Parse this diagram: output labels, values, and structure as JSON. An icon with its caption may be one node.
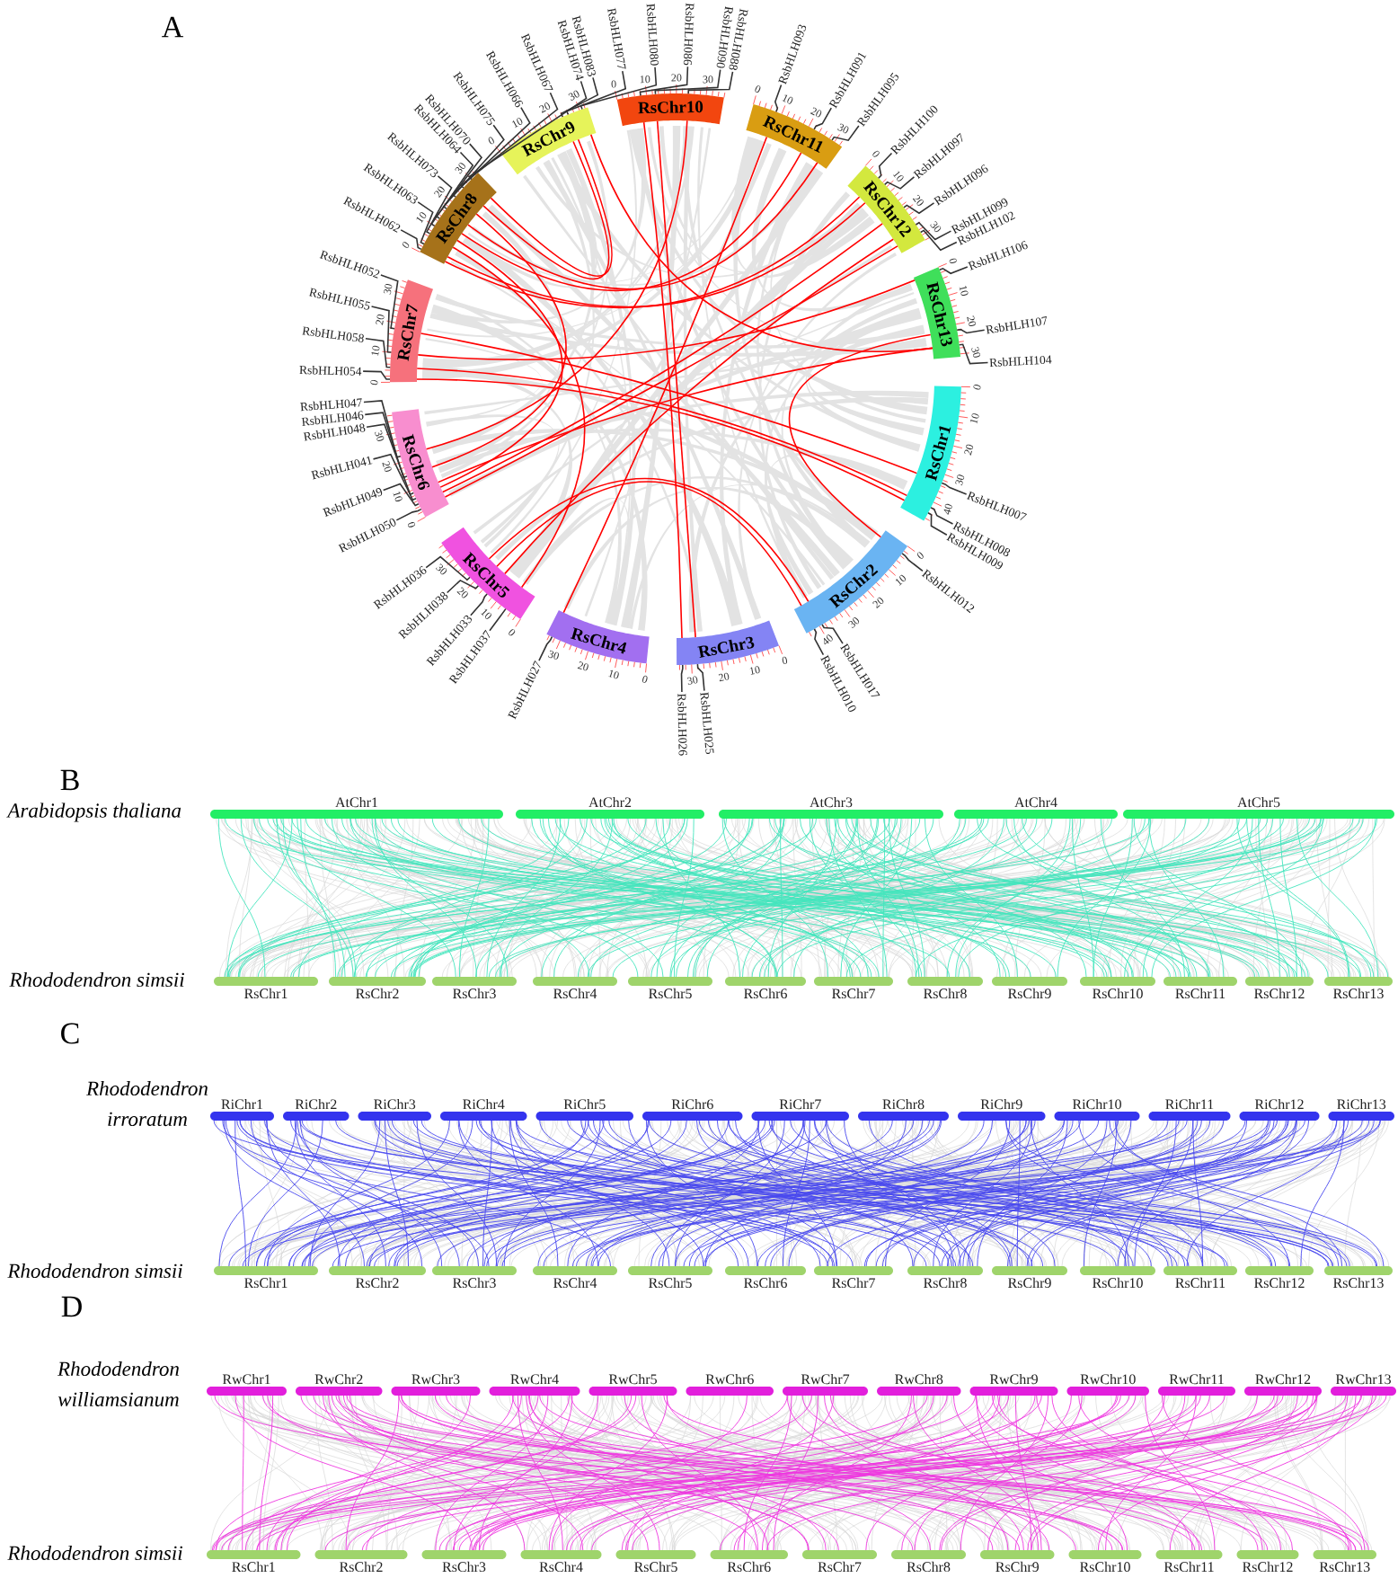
{
  "diagram": {
    "nodes": [
      {
        "text": [
          "RsChr1"
        ],
        "beside": [
          "0",
          "10",
          "20",
          "30",
          "40"
        ]
      },
      {
        "text": [
          "RsChr2"
        ],
        "beside": [
          "0",
          "10",
          "20",
          "30",
          "40"
        ]
      },
      {
        "text": [
          "RsChr3"
        ],
        "beside": [
          "0",
          "10",
          "20",
          "30"
        ]
      },
      {
        "text": [
          "RsChr4"
        ],
        "beside": [
          "0",
          "10",
          "20",
          "30"
        ]
      },
      {
        "text": [
          "RsChr5"
        ],
        "beside": [
          "0",
          "10",
          "20",
          "30"
        ]
      },
      {
        "text": [
          "RsChr6"
        ],
        "beside": [
          "0",
          "10",
          "20",
          "30"
        ]
      },
      {
        "text": [
          "RsChr7"
        ],
        "beside": [
          "0",
          "10",
          "20",
          "30"
        ]
      },
      {
        "text": [
          "RsChr8"
        ],
        "beside": [
          "0",
          "10",
          "20",
          "30"
        ]
      },
      {
        "text": [
          "RsChr9"
        ],
        "beside": [
          "0",
          "10",
          "20",
          "30"
        ]
      },
      {
        "text": [
          "RsChr10"
        ],
        "beside": [
          "0",
          "10",
          "20",
          "30"
        ]
      },
      {
        "text": [
          "RsChr11"
        ],
        "beside": [
          "0",
          "10",
          "20",
          "30"
        ]
      },
      {
        "text": [
          "RsChr12"
        ],
        "beside": [
          "0",
          "10",
          "20",
          "30"
        ]
      },
      {
        "text": [
          "RsChr13"
        ],
        "beside": [
          "0",
          "10",
          "20",
          "30"
        ]
      },
      {
        "text": [
          "RsbHLH007"
        ]
      },
      {
        "text": [
          "RsbHLH008"
        ]
      },
      {
        "text": [
          "RsbHLH009"
        ]
      },
      {
        "text": [
          "RsbHLH012"
        ]
      },
      {
        "text": [
          "RsbHLH017"
        ]
      },
      {
        "text": [
          "RsbHLH010"
        ]
      },
      {
        "text": [
          "RsbHLH025"
        ]
      },
      {
        "text": [
          "RsbHLH026"
        ]
      },
      {
        "text": [
          "RsbHLH027"
        ]
      },
      {
        "text": [
          "RsbHLH037"
        ]
      },
      {
        "text": [
          "RsbHLH033"
        ]
      },
      {
        "text": [
          "RsbHLH038"
        ]
      },
      {
        "text": [
          "RsbHLH036"
        ]
      },
      {
        "text": [
          "RsbHLH050"
        ]
      },
      {
        "text": [
          "RsbHLH049"
        ]
      },
      {
        "text": [
          "RsbHLH041"
        ]
      },
      {
        "text": [
          "RsbHLH048"
        ]
      },
      {
        "text": [
          "RsbHLH046"
        ]
      },
      {
        "text": [
          "RsbHLH047"
        ]
      },
      {
        "text": [
          "RsbHLH054"
        ]
      },
      {
        "text": [
          "RsbHLH058"
        ]
      },
      {
        "text": [
          "RsbHLH055"
        ]
      },
      {
        "text": [
          "RsbHLH052"
        ]
      },
      {
        "text": [
          "RsbHLH062"
        ]
      },
      {
        "text": [
          "RsbHLH063"
        ]
      },
      {
        "text": [
          "RsbHLH073"
        ]
      },
      {
        "text": [
          "RsbHLH064"
        ]
      },
      {
        "text": [
          "RsbHLH070"
        ]
      },
      {
        "text": [
          "RsbHLH075"
        ]
      },
      {
        "text": [
          "RsbHLH066"
        ]
      },
      {
        "text": [
          "RsbHLH067"
        ]
      },
      {
        "text": [
          "RsbHLH074"
        ]
      },
      {
        "text": [
          "RsbHLH083"
        ]
      },
      {
        "text": [
          "RsbHLH077"
        ]
      },
      {
        "text": [
          "RsbHLH080"
        ]
      },
      {
        "text": [
          "RsbHLH086"
        ]
      },
      {
        "text": [
          "RsbHLH090"
        ]
      },
      {
        "text": [
          "RsbHLH088"
        ]
      },
      {
        "text": [
          "RsbHLH093"
        ]
      },
      {
        "text": [
          "RsbHLH091"
        ]
      },
      {
        "text": [
          "RsbHLH095"
        ]
      },
      {
        "text": [
          "RsbHLH100"
        ]
      },
      {
        "text": [
          "RsbHLH097"
        ]
      },
      {
        "text": [
          "RsbHLH096"
        ]
      },
      {
        "text": [
          "RsbHLH099"
        ]
      },
      {
        "text": [
          "RsbHLH102"
        ]
      },
      {
        "text": [
          "RsbHLH106"
        ]
      },
      {
        "text": [
          "RsbHLH107"
        ]
      },
      {
        "text": [
          "RsbHLH104"
        ]
      },
      {
        "text": [
          "AtChr1"
        ]
      },
      {
        "text": [
          "AtChr2"
        ]
      },
      {
        "text": [
          "AtChr3"
        ]
      },
      {
        "text": [
          "AtChr4"
        ]
      },
      {
        "text": [
          "AtChr5"
        ]
      },
      {
        "text": [
          "RsChr1"
        ]
      },
      {
        "text": [
          "RsChr2"
        ]
      },
      {
        "text": [
          "RsChr3"
        ]
      },
      {
        "text": [
          "RsChr4"
        ]
      },
      {
        "text": [
          "RsChr5"
        ]
      },
      {
        "text": [
          "RsChr6"
        ]
      },
      {
        "text": [
          "RsChr7"
        ]
      },
      {
        "text": [
          "RsChr8"
        ]
      },
      {
        "text": [
          "RsChr9"
        ]
      },
      {
        "text": [
          "RsChr10"
        ]
      },
      {
        "text": [
          "RsChr11"
        ]
      },
      {
        "text": [
          "RsChr12"
        ]
      },
      {
        "text": [
          "RsChr13"
        ]
      },
      {
        "text": [
          "RiChr1"
        ]
      },
      {
        "text": [
          "RiChr2"
        ]
      },
      {
        "text": [
          "RiChr3"
        ]
      },
      {
        "text": [
          "RiChr4"
        ]
      },
      {
        "text": [
          "RiChr5"
        ]
      },
      {
        "text": [
          "RiChr6"
        ]
      },
      {
        "text": [
          "RiChr7"
        ]
      },
      {
        "text": [
          "RiChr8"
        ]
      },
      {
        "text": [
          "RiChr9"
        ]
      },
      {
        "text": [
          "RiChr10"
        ]
      },
      {
        "text": [
          "RiChr11"
        ]
      },
      {
        "text": [
          "RiChr12"
        ]
      },
      {
        "text": [
          "RiChr13"
        ]
      },
      {
        "text": [
          "RsChr1"
        ]
      },
      {
        "text": [
          "RsChr2"
        ]
      },
      {
        "text": [
          "RsChr3"
        ]
      },
      {
        "text": [
          "RsChr4"
        ]
      },
      {
        "text": [
          "RsChr5"
        ]
      },
      {
        "text": [
          "RsChr6"
        ]
      },
      {
        "text": [
          "RsChr7"
        ]
      },
      {
        "text": [
          "RsChr8"
        ]
      },
      {
        "text": [
          "RsChr9"
        ]
      },
      {
        "text": [
          "RsChr10"
        ]
      },
      {
        "text": [
          "RsChr11"
        ]
      },
      {
        "text": [
          "RsChr12"
        ]
      },
      {
        "text": [
          "RsChr13"
        ]
      },
      {
        "text": [
          "RwChr1"
        ]
      },
      {
        "text": [
          "RwChr2"
        ]
      },
      {
        "text": [
          "RwChr3"
        ]
      },
      {
        "text": [
          "RwChr4"
        ]
      },
      {
        "text": [
          "RwChr5"
        ]
      },
      {
        "text": [
          "RwChr6"
        ]
      },
      {
        "text": [
          "RwChr7"
        ]
      },
      {
        "text": [
          "RwChr8"
        ]
      },
      {
        "text": [
          "RwChr9"
        ]
      },
      {
        "text": [
          "RwChr10"
        ]
      },
      {
        "text": [
          "RwChr11"
        ]
      },
      {
        "text": [
          "RwChr12"
        ]
      },
      {
        "text": [
          "RwChr13"
        ]
      },
      {
        "text": [
          "RsChr1"
        ]
      },
      {
        "text": [
          "RsChr2"
        ]
      },
      {
        "text": [
          "RsChr3"
        ]
      },
      {
        "text": [
          "RsChr4"
        ]
      },
      {
        "text": [
          "RsChr5"
        ]
      },
      {
        "text": [
          "RsChr6"
        ]
      },
      {
        "text": [
          "RsChr7"
        ]
      },
      {
        "text": [
          "RsChr8"
        ]
      },
      {
        "text": [
          "RsChr9"
        ]
      },
      {
        "text": [
          "RsChr10"
        ]
      },
      {
        "text": [
          "RsChr11"
        ]
      },
      {
        "text": [
          "RsChr12"
        ]
      },
      {
        "text": [
          "RsChr13"
        ]
      }
    ],
    "edges": [
      {
        "from": 13,
        "to": 0,
        "arrow": "none"
      },
      {
        "from": 14,
        "to": 0,
        "arrow": "none"
      },
      {
        "from": 15,
        "to": 0,
        "arrow": "none"
      },
      {
        "from": 16,
        "to": 1,
        "arrow": "none"
      },
      {
        "from": 17,
        "to": 1,
        "arrow": "none"
      },
      {
        "from": 18,
        "to": 1,
        "arrow": "none"
      },
      {
        "from": 19,
        "to": 2,
        "arrow": "none"
      },
      {
        "from": 20,
        "to": 2,
        "arrow": "none"
      },
      {
        "from": 21,
        "to": 3,
        "arrow": "none"
      },
      {
        "from": 22,
        "to": 4,
        "arrow": "none"
      },
      {
        "from": 23,
        "to": 4,
        "arrow": "none"
      },
      {
        "from": 24,
        "to": 4,
        "arrow": "none"
      },
      {
        "from": 25,
        "to": 4,
        "arrow": "none"
      },
      {
        "from": 26,
        "to": 5,
        "arrow": "none"
      },
      {
        "from": 27,
        "to": 5,
        "arrow": "none"
      },
      {
        "from": 28,
        "to": 5,
        "arrow": "none"
      },
      {
        "from": 29,
        "to": 5,
        "arrow": "none"
      },
      {
        "from": 30,
        "to": 5,
        "arrow": "none"
      },
      {
        "from": 31,
        "to": 5,
        "arrow": "none"
      },
      {
        "from": 32,
        "to": 6,
        "arrow": "none"
      },
      {
        "from": 33,
        "to": 6,
        "arrow": "none"
      },
      {
        "from": 34,
        "to": 6,
        "arrow": "none"
      },
      {
        "from": 35,
        "to": 6,
        "arrow": "none"
      },
      {
        "from": 36,
        "to": 7,
        "arrow": "none"
      },
      {
        "from": 37,
        "to": 7,
        "arrow": "none"
      },
      {
        "from": 38,
        "to": 7,
        "arrow": "none"
      },
      {
        "from": 39,
        "to": 7,
        "arrow": "none"
      },
      {
        "from": 40,
        "to": 7,
        "arrow": "none"
      },
      {
        "from": 41,
        "to": 7,
        "arrow": "none"
      },
      {
        "from": 42,
        "to": 7,
        "arrow": "none"
      },
      {
        "from": 43,
        "to": 7,
        "arrow": "none"
      },
      {
        "from": 44,
        "to": 7,
        "arrow": "none"
      },
      {
        "from": 45,
        "to": 8,
        "arrow": "none"
      },
      {
        "from": 46,
        "to": 8,
        "arrow": "none"
      },
      {
        "from": 47,
        "to": 8,
        "arrow": "none"
      },
      {
        "from": 48,
        "to": 9,
        "arrow": "none"
      },
      {
        "from": 49,
        "to": 9,
        "arrow": "none"
      },
      {
        "from": 50,
        "to": 9,
        "arrow": "none"
      },
      {
        "from": 51,
        "to": 10,
        "arrow": "none"
      },
      {
        "from": 52,
        "to": 10,
        "arrow": "none"
      },
      {
        "from": 53,
        "to": 10,
        "arrow": "none"
      },
      {
        "from": 54,
        "to": 11,
        "arrow": "none"
      },
      {
        "from": 55,
        "to": 11,
        "arrow": "none"
      },
      {
        "from": 56,
        "to": 11,
        "arrow": "none"
      },
      {
        "from": 57,
        "to": 11,
        "arrow": "none"
      },
      {
        "from": 58,
        "to": 11,
        "arrow": "none"
      },
      {
        "from": 59,
        "to": 12,
        "arrow": "none"
      },
      {
        "from": 60,
        "to": 12,
        "arrow": "none"
      },
      {
        "from": 61,
        "to": 12,
        "arrow": "none"
      },
      {
        "from": 0,
        "to": 6,
        "arrow": "none",
        "color": "#ff0000"
      },
      {
        "from": 0,
        "to": 6,
        "arrow": "none",
        "color": "#ff0000"
      },
      {
        "from": 0,
        "to": 6,
        "arrow": "none",
        "color": "#ff0000"
      },
      {
        "from": 1,
        "to": 12,
        "arrow": "none",
        "color": "#ff0000"
      },
      {
        "from": 1,
        "to": 4,
        "arrow": "none",
        "color": "#ff0000"
      },
      {
        "from": 1,
        "to": 4,
        "arrow": "none",
        "color": "#ff0000"
      },
      {
        "from": 2,
        "to": 9,
        "arrow": "none",
        "color": "#ff0000"
      },
      {
        "from": 2,
        "to": 9,
        "arrow": "none",
        "color": "#ff0000"
      },
      {
        "from": 3,
        "to": 10,
        "arrow": "none",
        "color": "#ff0000"
      },
      {
        "from": 4,
        "to": 7,
        "arrow": "none",
        "color": "#ff0000"
      },
      {
        "from": 4,
        "to": 11,
        "arrow": "none",
        "color": "#ff0000"
      },
      {
        "from": 5,
        "to": 11,
        "arrow": "none",
        "color": "#ff0000"
      },
      {
        "from": 5,
        "to": 11,
        "arrow": "none",
        "color": "#ff0000"
      },
      {
        "from": 5,
        "to": 7,
        "arrow": "none",
        "color": "#ff0000"
      },
      {
        "from": 5,
        "to": 12,
        "arrow": "none",
        "color": "#ff0000"
      },
      {
        "from": 5,
        "to": 7,
        "arrow": "none",
        "color": "#ff0000"
      },
      {
        "from": 5,
        "to": 9,
        "arrow": "none",
        "color": "#ff0000"
      },
      {
        "from": 6,
        "to": 12,
        "arrow": "none",
        "color": "#ff0000"
      },
      {
        "from": 7,
        "to": 11,
        "arrow": "none",
        "color": "#ff0000"
      },
      {
        "from": 7,
        "to": 11,
        "arrow": "none",
        "color": "#ff0000"
      },
      {
        "from": 7,
        "to": 10,
        "arrow": "none",
        "color": "#ff0000"
      },
      {
        "from": 7,
        "to": 10,
        "arrow": "none",
        "color": "#ff0000"
      },
      {
        "from": 7,
        "to": 8,
        "arrow": "none",
        "color": "#ff0000"
      },
      {
        "from": 7,
        "to": 8,
        "arrow": "none",
        "color": "#ff0000"
      },
      {
        "from": 8,
        "to": 12,
        "arrow": "none",
        "color": "#ff0000"
      }
    ],
    "labels": [
      "A",
      "B",
      "Arabidopsis thaliana",
      "Rhododendron simsii",
      "C",
      "Rhododendron irroratum",
      "Rhododendron simsii",
      "D",
      "Rhododendron williamsianum",
      "Rhododendron simsii"
    ]
  }
}
